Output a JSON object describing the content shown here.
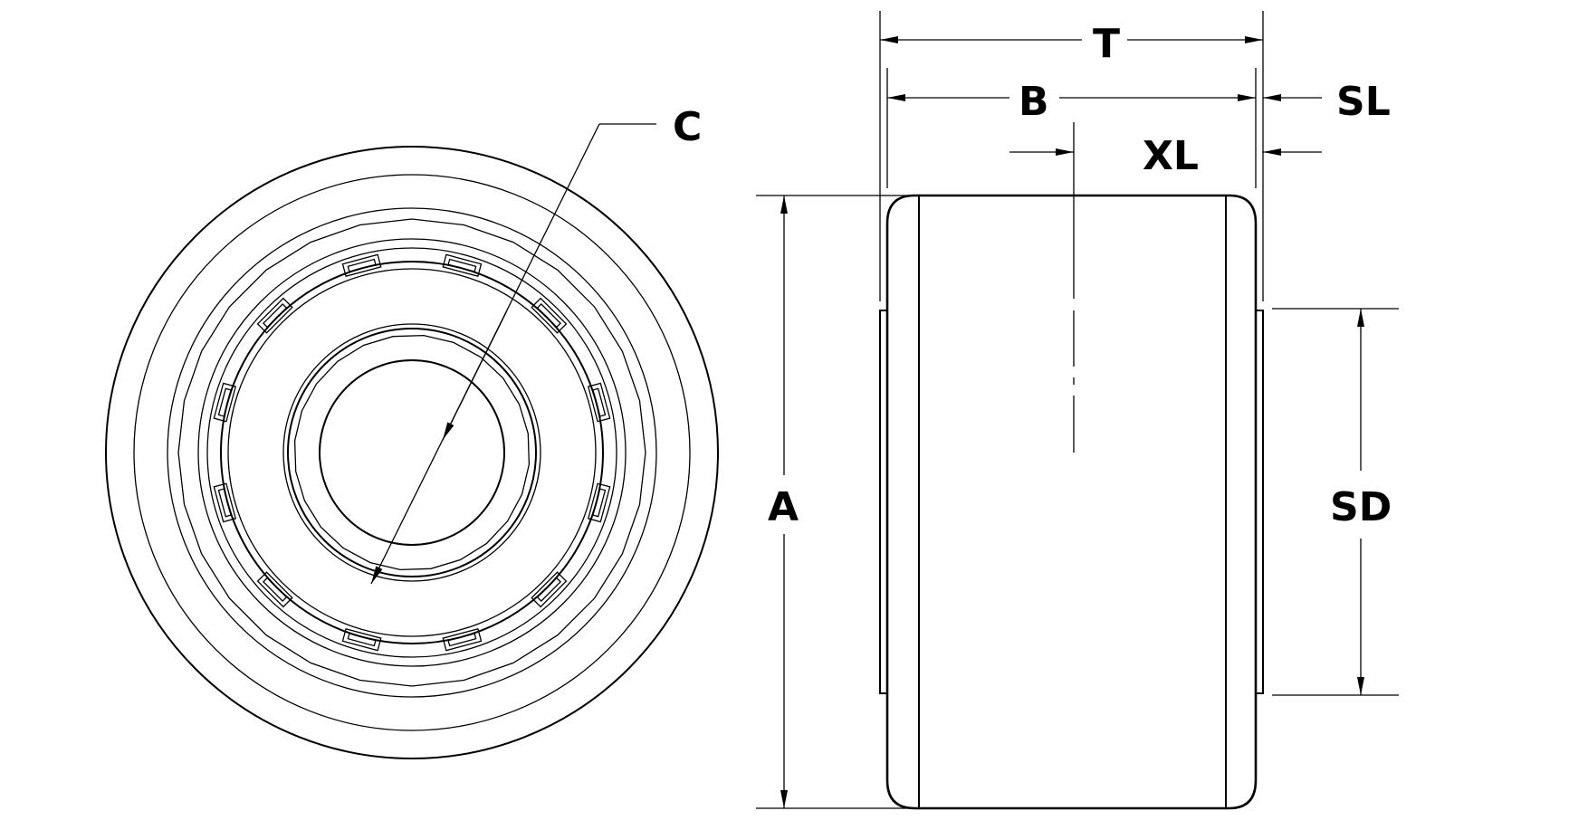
{
  "labels": {
    "T": "T",
    "B": "B",
    "SL": "SL",
    "XL": "XL",
    "C": "C",
    "A": "A",
    "SD": "SD"
  },
  "colors": {
    "line": "#000000",
    "background": "#ffffff"
  }
}
